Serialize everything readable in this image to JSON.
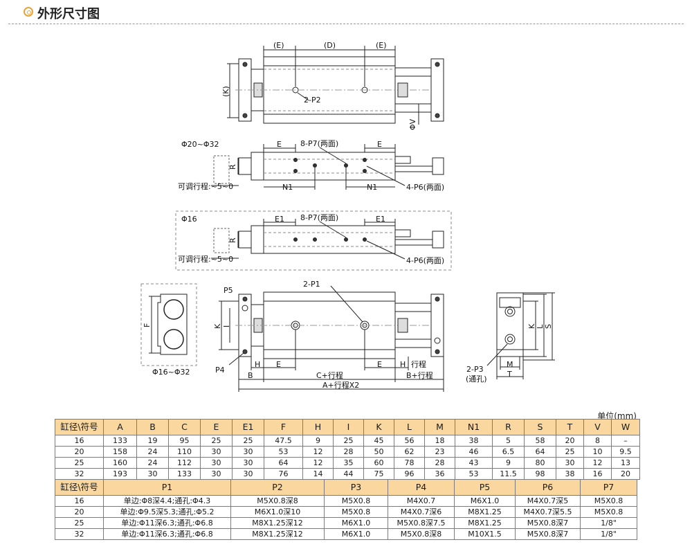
{
  "header": {
    "title": "外形尺寸图"
  },
  "drawing": {
    "top_view": {
      "dim_e1": "(E)",
      "dim_d": "(D)",
      "dim_e2": "(E)",
      "dim_k": "(K)",
      "label_p2": "2-P2",
      "dim_v": "ΦV"
    },
    "side_view_20_32": {
      "bore_range": "Φ20~Φ32",
      "dim_e1": "E",
      "dim_e2": "E",
      "label_p7": "8-P7(两面)",
      "dim_r": "R",
      "dim_n1a": "N1",
      "dim_n1b": "N1",
      "label_p6": "4-P6(两面)",
      "stroke_adj": "可调行程:~5~0"
    },
    "side_view_16": {
      "bore": "Φ16",
      "dim_e1a": "E1",
      "dim_e1b": "E1",
      "label_p7": "8-P7(两面)",
      "dim_r": "R",
      "label_p6": "4-P6(两面)",
      "stroke_adj": "可调行程:~5~0"
    },
    "end_view_small": {
      "dim_f": "F",
      "bore_range": "Φ16~Φ32"
    },
    "bottom_view": {
      "label_p5": "P5",
      "label_p1": "2-P1",
      "dim_k": "K",
      "dim_i": "I",
      "label_p4": "P4",
      "dim_h": "H",
      "dim_e": "E",
      "dim_e2": "E",
      "dim_h_stroke": "H",
      "stroke": "行程",
      "dim_b": "B",
      "dim_c_stroke": "C+行程",
      "dim_b_stroke": "B+行程",
      "dim_a": "A+行程X2"
    },
    "end_view": {
      "dim_k": "K",
      "dim_l": "L",
      "dim_s": "S",
      "label_p3": "2-P3",
      "through": "(通孔)",
      "dim_m": "M",
      "dim_t": "T"
    }
  },
  "unit": "单位(mm)",
  "table1": {
    "headers": [
      "缸径\\符号",
      "A",
      "B",
      "C",
      "E",
      "E1",
      "F",
      "H",
      "I",
      "K",
      "L",
      "M",
      "N1",
      "R",
      "S",
      "T",
      "V",
      "W"
    ],
    "rows": [
      [
        "16",
        "133",
        "19",
        "95",
        "25",
        "25",
        "47.5",
        "9",
        "25",
        "45",
        "56",
        "18",
        "38",
        "5",
        "58",
        "20",
        "8",
        "–"
      ],
      [
        "20",
        "158",
        "24",
        "110",
        "30",
        "30",
        "53",
        "12",
        "28",
        "50",
        "62",
        "23",
        "46",
        "6.5",
        "64",
        "25",
        "10",
        "9.5"
      ],
      [
        "25",
        "160",
        "24",
        "112",
        "30",
        "30",
        "64",
        "12",
        "35",
        "60",
        "78",
        "28",
        "43",
        "9",
        "80",
        "30",
        "12",
        "13"
      ],
      [
        "32",
        "193",
        "30",
        "133",
        "30",
        "30",
        "76",
        "14",
        "44",
        "75",
        "96",
        "36",
        "53",
        "11.5",
        "98",
        "38",
        "16",
        "20"
      ]
    ]
  },
  "table2": {
    "headers": [
      "缸径\\符号",
      "P1",
      "P2",
      "P3",
      "P4",
      "P5",
      "P6",
      "P7"
    ],
    "rows": [
      [
        "16",
        "单边:Φ8深4.4;通孔:Φ4.3",
        "M5X0.8深8",
        "M5X0.8",
        "M4X0.7",
        "M6X1.0",
        "M4X0.7深5",
        "M5X0.8"
      ],
      [
        "20",
        "单边:Φ9.5深5.3;通孔:Φ5.2",
        "M6X1.0深10",
        "M5X0.8",
        "M4X0.7深6",
        "M8X1.25",
        "M4X0.7深5.5",
        "M5X0.8"
      ],
      [
        "25",
        "单边:Φ11深6.3;通孔:Φ6.8",
        "M8X1.25深12",
        "M6X1.0",
        "M5X0.8深7.5",
        "M8X1.25",
        "M5X0.8深7",
        "1/8\""
      ],
      [
        "32",
        "单边:Φ11深6.3;通孔:Φ6.8",
        "M8X1.25深12",
        "M6X1.0",
        "M5X0.8深8",
        "M10X1.5",
        "M5X0.8深7",
        "1/8\""
      ]
    ]
  },
  "colors": {
    "accent": "#e8a33d",
    "table_header": "#f9d79f"
  }
}
